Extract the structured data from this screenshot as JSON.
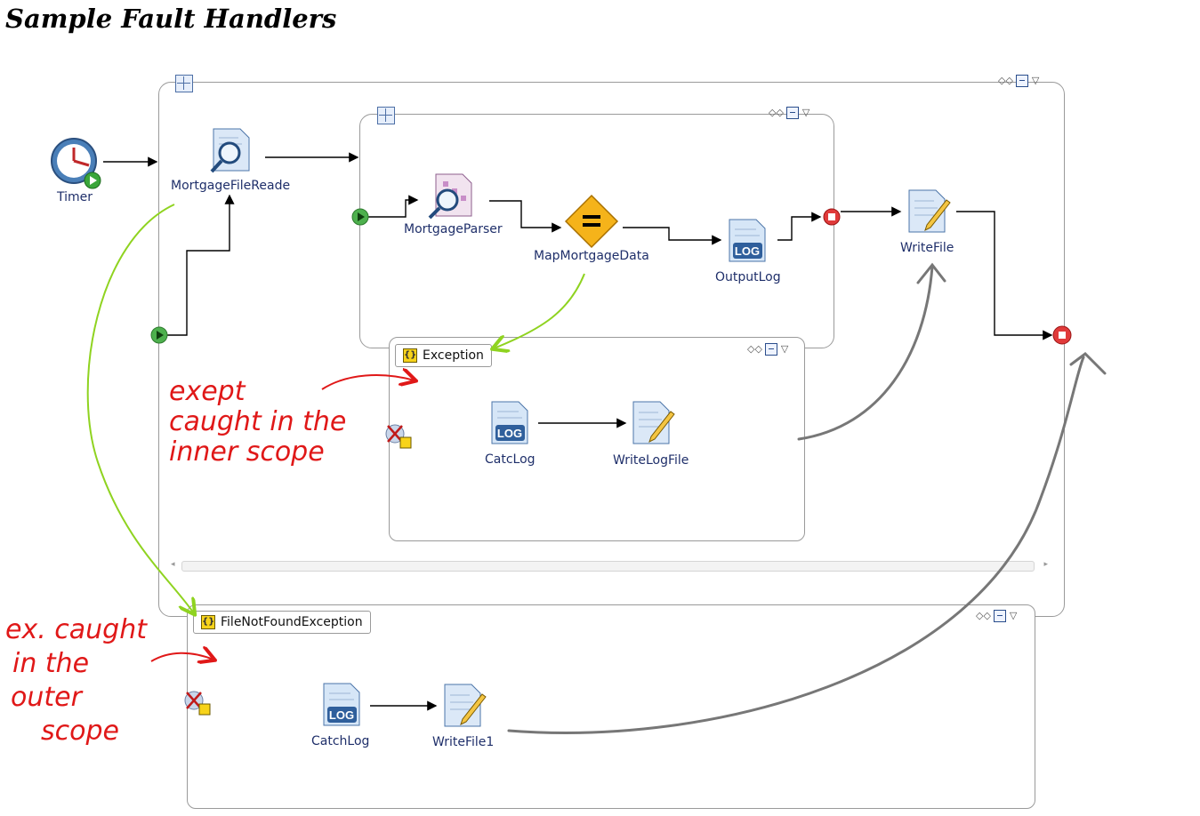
{
  "title": "Sample Fault Handlers",
  "nodes": {
    "timer": "Timer",
    "mortgage_file_reader": "MortgageFileReade",
    "mortgage_parser": "MortgageParser",
    "map_mortgage_data": "MapMortgageData",
    "output_log": "OutputLog",
    "write_file": "WriteFile",
    "catc_log": "CatcLog",
    "write_log_file": "WriteLogFile",
    "catch_log": "CatchLog",
    "write_file1": "WriteFile1"
  },
  "handlers": {
    "inner": "Exception",
    "outer": "FileNotFoundException"
  },
  "icon_text": {
    "log": "LOG"
  },
  "annotations": {
    "inner_note": [
      "exept",
      "caught in the",
      "inner scope"
    ],
    "outer_note": [
      "ex. caught",
      "in the",
      "outer",
      "scope"
    ]
  },
  "colors": {
    "annotation_red": "#e01818",
    "green_arrow": "#8fd320",
    "gray_arrow": "#777777",
    "label_blue": "#1f2f6a"
  }
}
